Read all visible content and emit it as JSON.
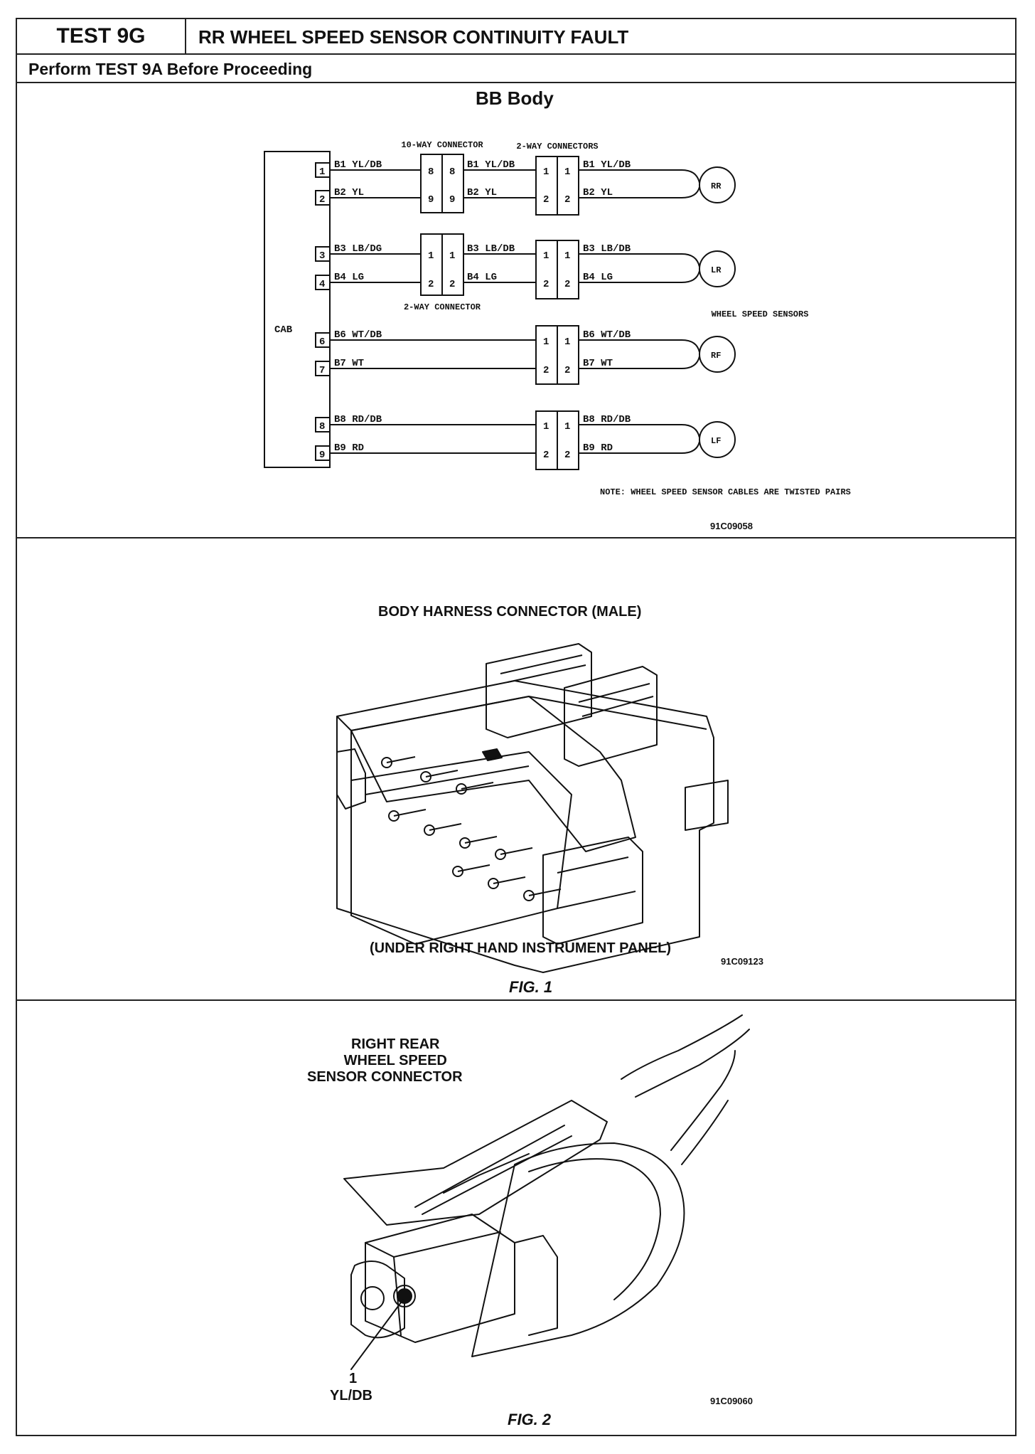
{
  "header": {
    "test_id": "TEST 9G",
    "title": "RR WHEEL SPEED SENSOR CONTINUITY FAULT",
    "subtitle": "Perform TEST 9A Before Proceeding"
  },
  "wiring_diagram": {
    "title": "BB Body",
    "cab_label": "CAB",
    "connector_10way_label": "10-WAY CONNECTOR",
    "connector_2way_top_label": "2-WAY CONNECTORS",
    "connector_2way_mid_label": "2-WAY CONNECTOR",
    "sensors_label": "WHEEL SPEED SENSORS",
    "note": "NOTE: WHEEL SPEED SENSOR CABLES ARE TWISTED PAIRS",
    "code": "91C09058",
    "cab_pins": [
      "1",
      "2",
      "3",
      "4",
      "6",
      "7",
      "8",
      "9"
    ],
    "wires": [
      "B1 YL/DB",
      "B2 YL",
      "B3 LB/DG",
      "B4 LG",
      "B6 WT/DB",
      "B7 WT",
      "B8 RD/DB",
      "B9 RD"
    ],
    "wires_right": [
      "B1 YL/DB",
      "B2 YL",
      "B3 LB/DB",
      "B4 LG",
      "B6 WT/DB",
      "B7 WT",
      "B8 RD/DB",
      "B9 RD"
    ],
    "mid_wires": [
      "B1 YL/DB",
      "B2 YL",
      "B3 LB/DB",
      "B4 LG"
    ],
    "sensors": [
      "RR",
      "LR",
      "RF",
      "LF"
    ],
    "pin_10way": [
      "8",
      "9"
    ],
    "pin_2way": [
      "1",
      "2"
    ]
  },
  "figure1": {
    "title": "BODY HARNESS CONNECTOR (MALE)",
    "caption": "(UNDER RIGHT HAND INSTRUMENT PANEL)",
    "code": "91C09123",
    "label": "FIG. 1"
  },
  "figure2": {
    "title_line1": "RIGHT REAR",
    "title_line2": "WHEEL SPEED",
    "title_line3": "SENSOR CONNECTOR",
    "pin_number": "1",
    "pin_wire": "YL/DB",
    "code": "91C09060",
    "label": "FIG. 2"
  }
}
